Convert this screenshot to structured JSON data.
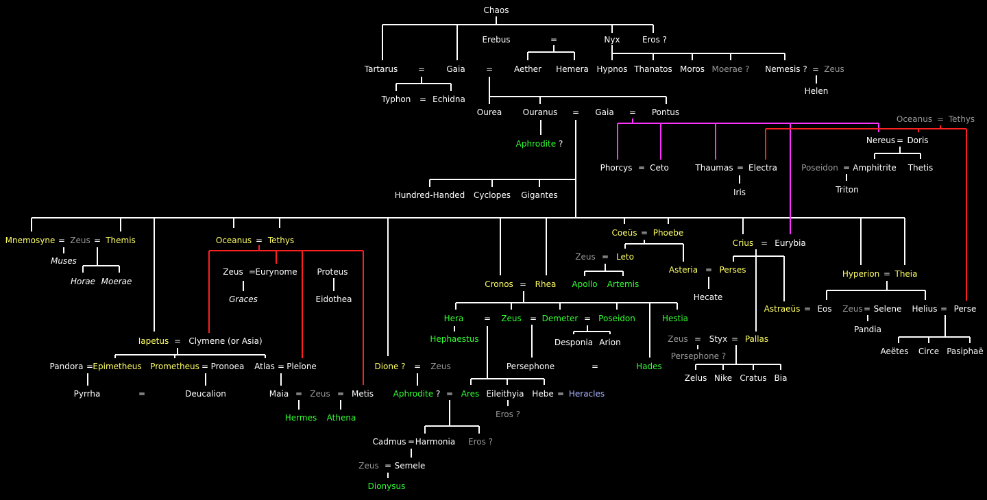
{
  "nodes": {
    "chaos": "Chaos",
    "erebus": "Erebus",
    "nyx": "Nyx",
    "eros_q": "Eros ?",
    "tartarus": "Tartarus",
    "gaia": "Gaia",
    "aether": "Aether",
    "hemera": "Hemera",
    "hypnos": "Hypnos",
    "thanatos": "Thanatos",
    "moros": "Moros",
    "moerae_q": "Moerae ?",
    "nemesis_q": "Nemesis ?",
    "zeus": "Zeus",
    "helen": "Helen",
    "typhon": "Typhon",
    "echidna": "Echidna",
    "ourea": "Ourea",
    "ouranus": "Ouranus",
    "pontus": "Pontus",
    "oceanus": "Oceanus",
    "tethys": "Tethys",
    "aphrodite": "Aphrodite",
    "nereus": "Nereus",
    "doris": "Doris",
    "phorcys": "Phorcys",
    "ceto": "Ceto",
    "thaumas": "Thaumas",
    "electra": "Electra",
    "poseidon": "Poseidon",
    "amphitrite": "Amphitrite",
    "thetis": "Thetis",
    "iris": "Iris",
    "triton": "Triton",
    "hundred_handed": "Hundred-Handed",
    "cyclopes": "Cyclopes",
    "gigantes": "Gigantes",
    "mnemosyne": "Mnemosyne",
    "themis": "Themis",
    "coeus": "Coeüs",
    "phoebe": "Phoebe",
    "crius": "Crius",
    "eurybia": "Eurybia",
    "muses": "Muses",
    "leto": "Leto",
    "eurynome": "Eurynome",
    "proteus": "Proteus",
    "asteria": "Asteria",
    "perses": "Perses",
    "hyperion": "Hyperion",
    "theia": "Theia",
    "horae": "Horae",
    "moerae": "Moerae",
    "apollo": "Apollo",
    "artemis": "Artemis",
    "cronos": "Cronos",
    "rhea": "Rhea",
    "graces": "Graces",
    "eidothea": "Eidothea",
    "hecate": "Hecate",
    "astraeus": "Astraeüs",
    "eos": "Eos",
    "selene": "Selene",
    "helius": "Helius",
    "perse": "Perse",
    "hera": "Hera",
    "demeter": "Demeter",
    "hestia": "Hestia",
    "pandia": "Pandia",
    "hephaestus": "Hephaestus",
    "desponia": "Desponia",
    "arion": "Arion",
    "styx": "Styx",
    "pallas": "Pallas",
    "iapetus": "Iapetus",
    "clymene": "Clymene (or Asia)",
    "aeetes": "Aeëtes",
    "circe": "Circe",
    "pasiphae": "Pasiphaë",
    "persephone_q": "Persephone ?",
    "pandora": "Pandora",
    "epimetheus": "Epimetheus",
    "prometheus": "Prometheus",
    "pronoea": "Pronoea",
    "atlas": "Atlas",
    "pleione": "Pleïone",
    "dione_q": "Dione ?",
    "persephone": "Persephone",
    "hades": "Hades",
    "zelus": "Zelus",
    "nike": "Nike",
    "cratus": "Cratus",
    "bia": "Bia",
    "pyrrha": "Pyrrha",
    "deucalion": "Deucalion",
    "maia": "Maia",
    "metis": "Metis",
    "ares": "Ares",
    "eileithyia": "Eileithyia",
    "hebe": "Hebe",
    "heracles": "Heracles",
    "hermes": "Hermes",
    "athena": "Athena",
    "cadmus": "Cadmus",
    "harmonia": "Harmonia",
    "semele": "Semele",
    "dionysus": "Dionysus"
  },
  "symbols": {
    "eq": "=",
    "q": "?"
  },
  "colors": {
    "background": "#000000",
    "line": "#ffffff",
    "titan": "#ffff66",
    "olympian": "#33ff33",
    "uncertain": "#999999",
    "hero": "#aab4ff",
    "pontus_line": "#ff33ff",
    "oceanid_line": "#ff2020"
  }
}
